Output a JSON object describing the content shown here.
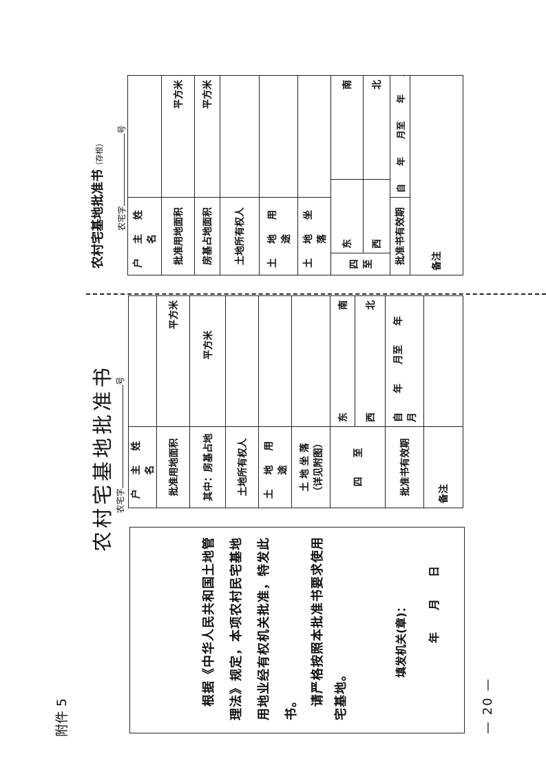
{
  "attachment_label": "附件 5",
  "page_number": "— 20 —",
  "certificate": {
    "title": "农村宅基地批准书",
    "number_prefix": "农宅字",
    "number_suffix": "号",
    "body_lines": [
      "根据《中华人民共和国土地管",
      "理法》规定，本项农村民宅基地",
      "用地业经有权机关批准，特发此",
      "书。",
      "请严格按照本批准书要求使用",
      "宅基地。"
    ],
    "issuer_label": "填发机关(章)：",
    "date_label": "年　　月　　日"
  },
  "main_form": {
    "rows": {
      "owner": "户 主 姓 名",
      "area": "批准用地面积",
      "area_unit": "平方米",
      "house": "其中：房基占地",
      "house_unit": "平方米",
      "land_owner": "土地所有权人",
      "usage": "土 地 用 途",
      "location": "土 地 坐 落",
      "location_note": "（详见附图）",
      "boundary": "四　　至",
      "east": "东",
      "south": "南",
      "west": "西",
      "north": "北",
      "validity": "批准书有效期",
      "validity_value": "自　　年　　月至　　年　　月",
      "remarks": "备注"
    }
  },
  "stub": {
    "title": "农村宅基地批准书",
    "title_note": "（存根）",
    "number_prefix": "农宅字",
    "number_suffix": "号",
    "rows": {
      "owner": "户 主 姓 名",
      "area": "批准用地面积",
      "area_unit": "平方米",
      "house": "房基占地面积",
      "house_unit": "平方米",
      "land_owner": "土地所有权人",
      "usage": "土 地 用 途",
      "location": "土 地 坐 落",
      "boundary": "四至",
      "east": "东",
      "south": "南",
      "west": "西",
      "north": "北",
      "validity": "批准书有效期",
      "validity_value": "自　　年　　月至　　年　　月",
      "remarks": "备注"
    }
  }
}
